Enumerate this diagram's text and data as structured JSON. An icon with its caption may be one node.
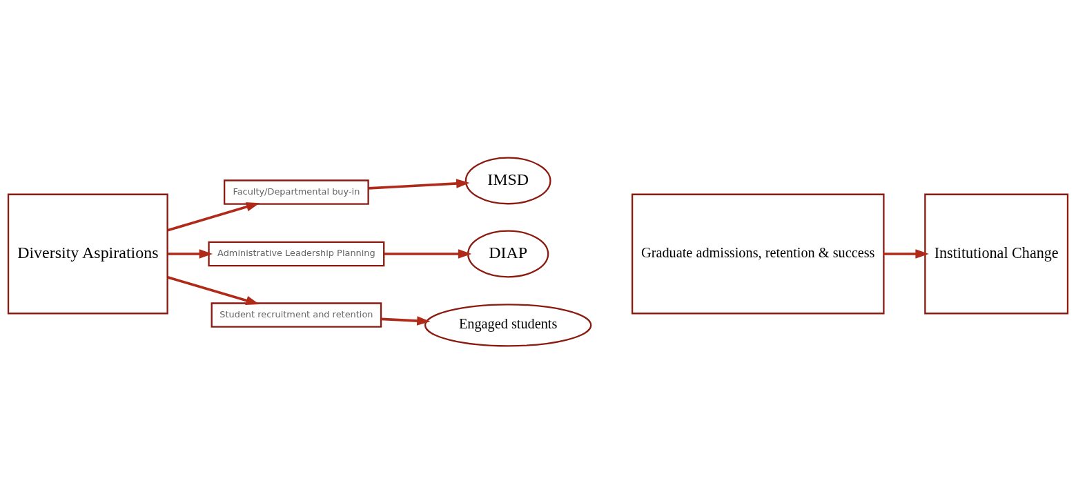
{
  "diagram": {
    "nodes": [
      {
        "text": [
          "Diversity Aspirations"
        ]
      },
      {
        "text": [
          "Faculty/Departmental buy-in"
        ]
      },
      {
        "text": [
          "Administrative Leadership Planning"
        ]
      },
      {
        "text": [
          "Student recruitment and retention"
        ]
      },
      {
        "text": [
          "IMSD"
        ]
      },
      {
        "text": [
          "DIAP"
        ]
      },
      {
        "text": [
          "Engaged students"
        ]
      },
      {
        "text": [
          "Graduate admissions, retention & success"
        ]
      },
      {
        "text": [
          "Institutional Change"
        ]
      }
    ],
    "edges": [
      {
        "from": 0,
        "to": 1,
        "arrow": "to"
      },
      {
        "from": 0,
        "to": 2,
        "arrow": "to"
      },
      {
        "from": 0,
        "to": 3,
        "arrow": "to"
      },
      {
        "from": 1,
        "to": 4,
        "arrow": "to"
      },
      {
        "from": 2,
        "to": 5,
        "arrow": "to"
      },
      {
        "from": 3,
        "to": 6,
        "arrow": "to"
      },
      {
        "from": 7,
        "to": 8,
        "arrow": "to"
      }
    ]
  }
}
